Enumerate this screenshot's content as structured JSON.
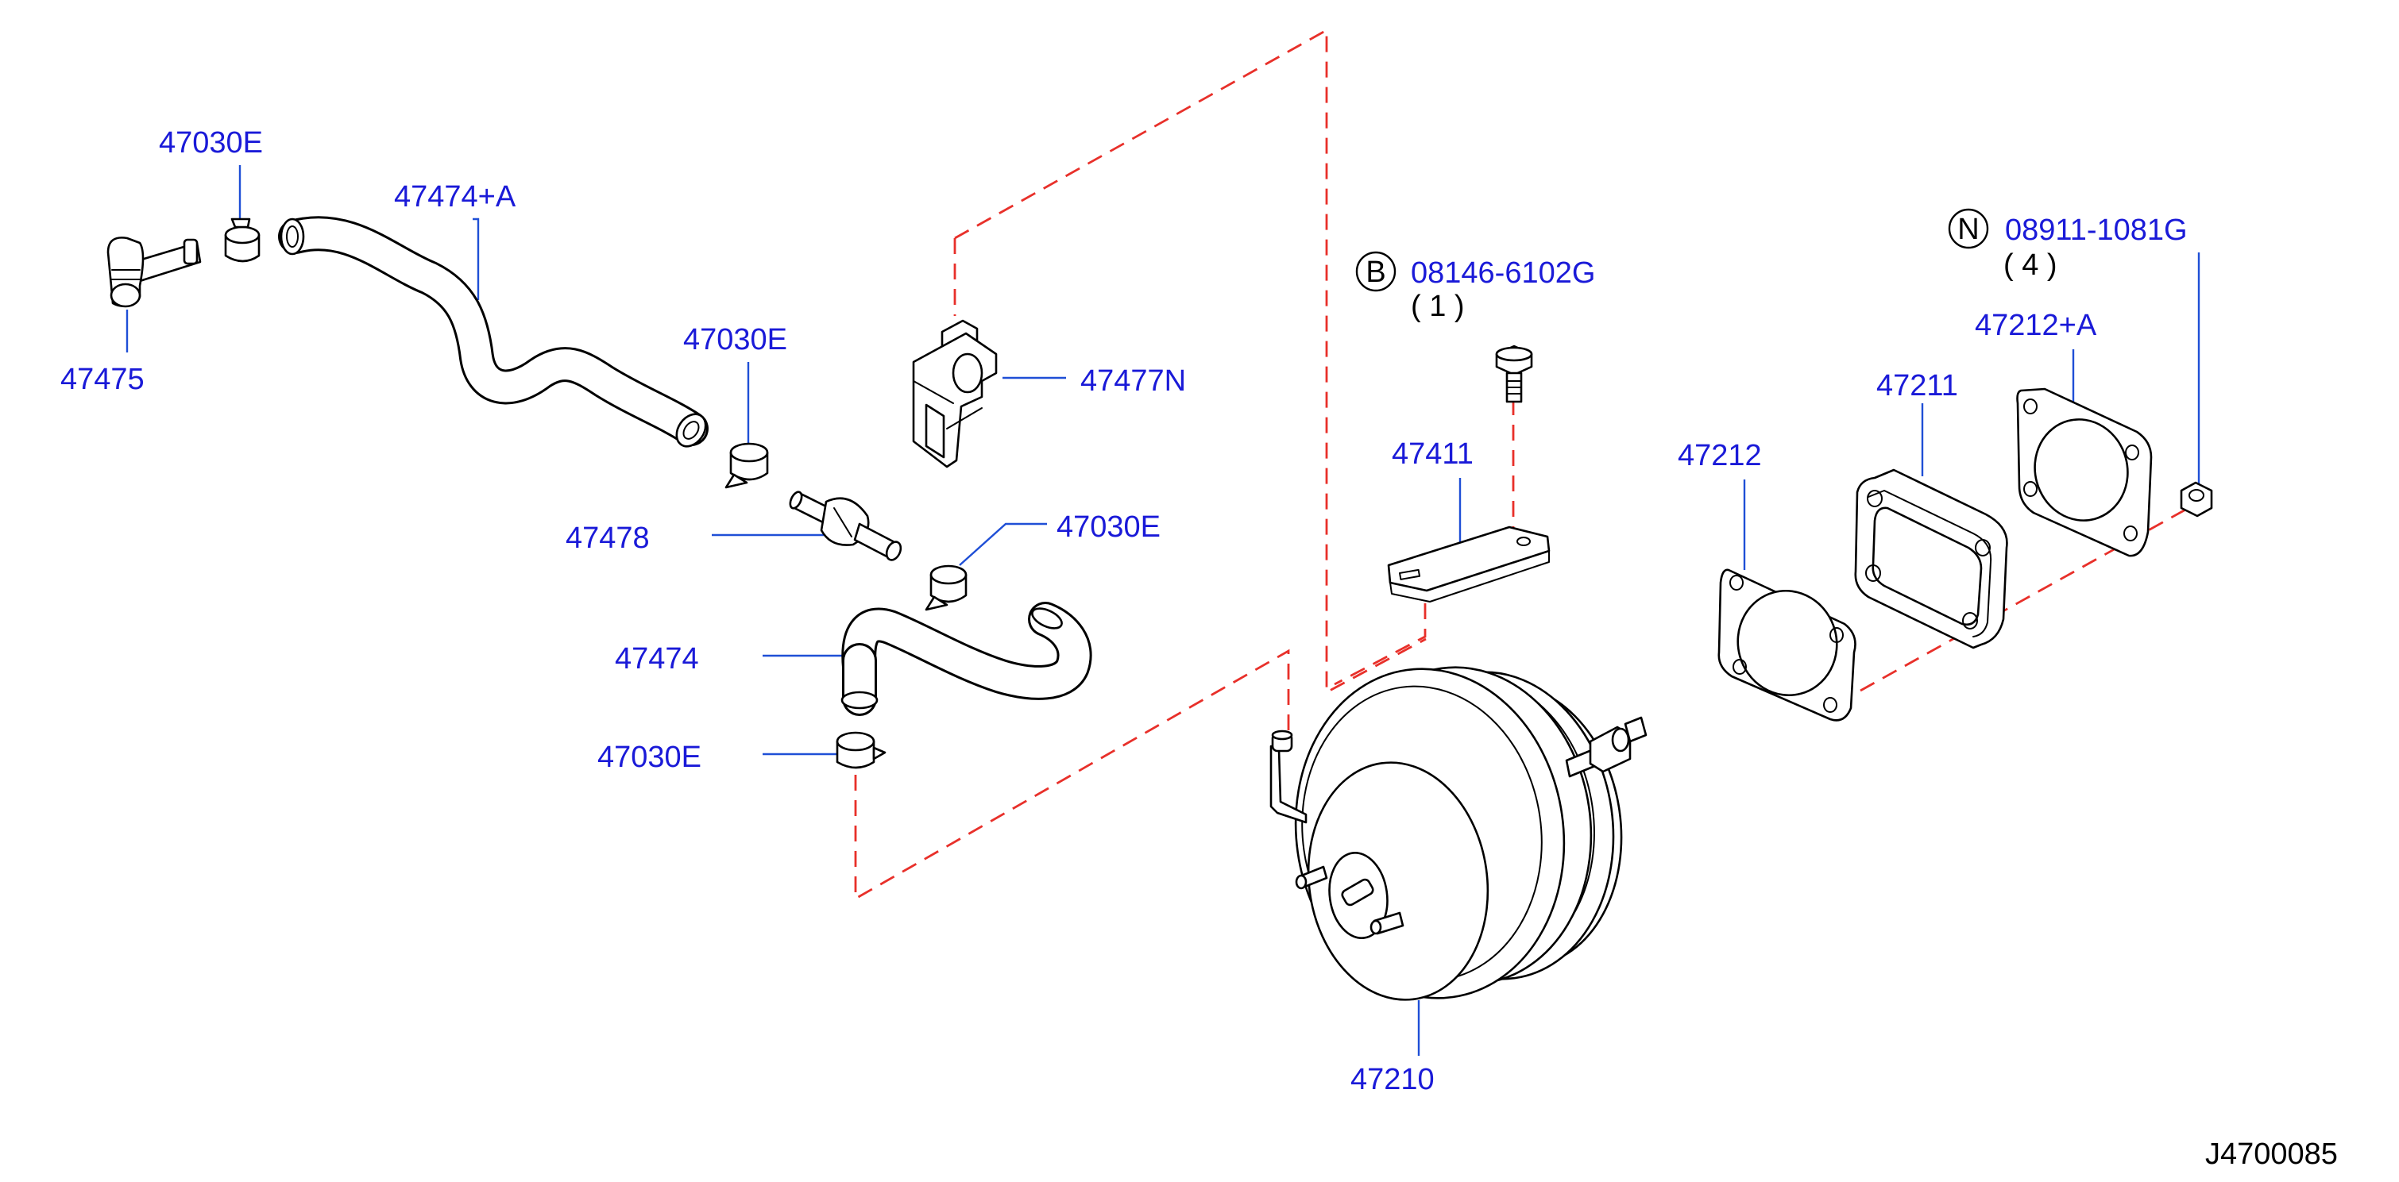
{
  "diagram": {
    "callouts": {
      "c_47030e_top": "47030E",
      "c_47474a": "47474+A",
      "c_47475": "47475",
      "c_47030e_mid": "47030E",
      "c_47477n": "47477N",
      "c_47478": "47478",
      "c_47030e_right": "47030E",
      "c_47474": "47474",
      "c_47030e_bottom": "47030E",
      "c_08146": "08146-6102G",
      "c_08146_qty": "( 1 )",
      "c_47411": "47411",
      "c_47210": "47210",
      "c_47212": "47212",
      "c_47211": "47211",
      "c_47212a": "47212+A",
      "c_08911": "08911-1081G",
      "c_08911_qty": "( 4 )"
    },
    "symbols": {
      "bolt_symbol": "B",
      "nut_symbol": "N"
    },
    "figure_code": "J4700085",
    "colors": {
      "label": "#1a1ad8",
      "leader": "#1f4fd6",
      "dashed_guide": "#e8302a",
      "linework": "#000000"
    }
  }
}
